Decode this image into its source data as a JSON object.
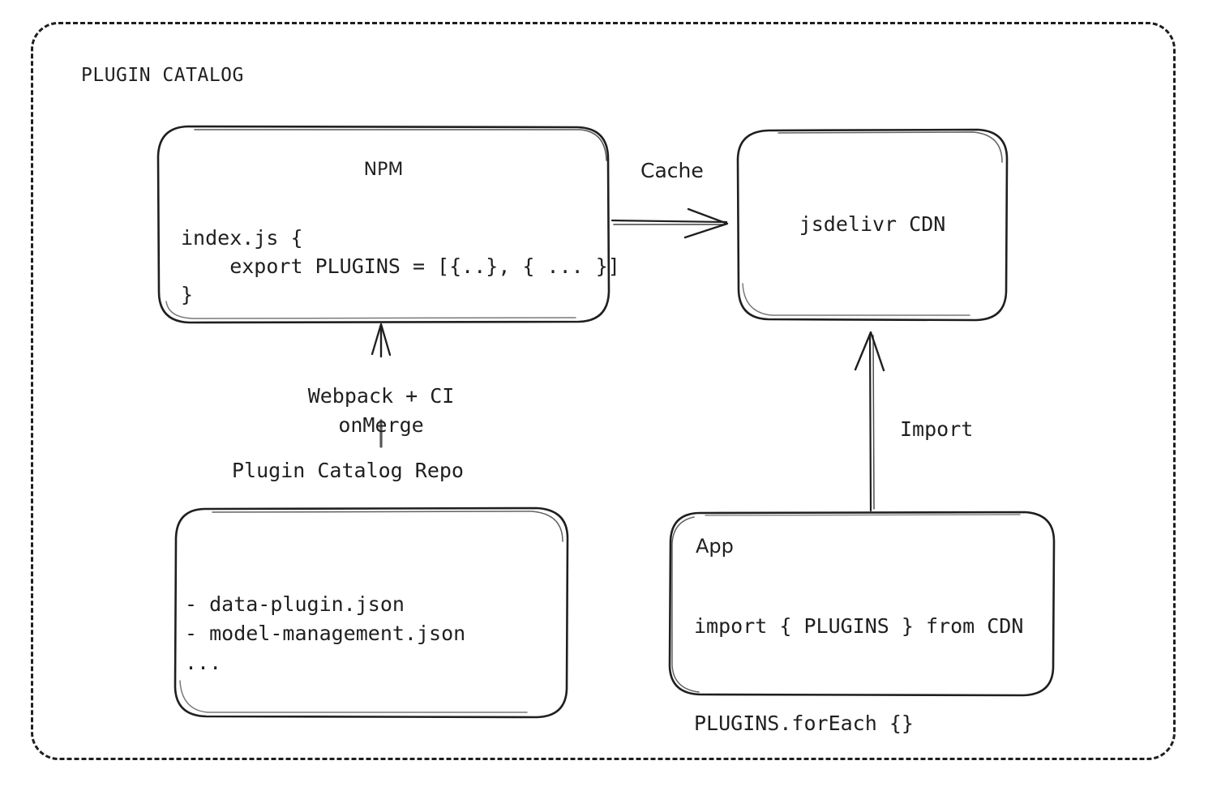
{
  "frame": {
    "title": "PLUGIN CATALOG",
    "border_style": "dashed",
    "stroke_color": "#1f1f1f"
  },
  "nodes": {
    "npm": {
      "title": "NPM",
      "code": "index.js {\n    export PLUGINS = [{..}, { ... }]\n}"
    },
    "cdn": {
      "label": "jsdelivr CDN"
    },
    "repo": {
      "caption": "Plugin Catalog Repo",
      "items": "- data-plugin.json\n- model-management.json\n..."
    },
    "app": {
      "title": "App",
      "code": "import { PLUGINS } from CDN\n\nPLUGINS.forEach {}"
    }
  },
  "edges": {
    "cache": {
      "label": "Cache",
      "from": "npm",
      "to": "cdn",
      "direction": "right"
    },
    "import": {
      "label": "Import",
      "from": "app",
      "to": "cdn",
      "direction": "up"
    },
    "build": {
      "label": "Webpack + CI\nonMerge",
      "from": "repo",
      "to": "npm",
      "direction": "up"
    }
  },
  "colors": {
    "stroke": "#1f1f1f",
    "background": "#ffffff"
  }
}
